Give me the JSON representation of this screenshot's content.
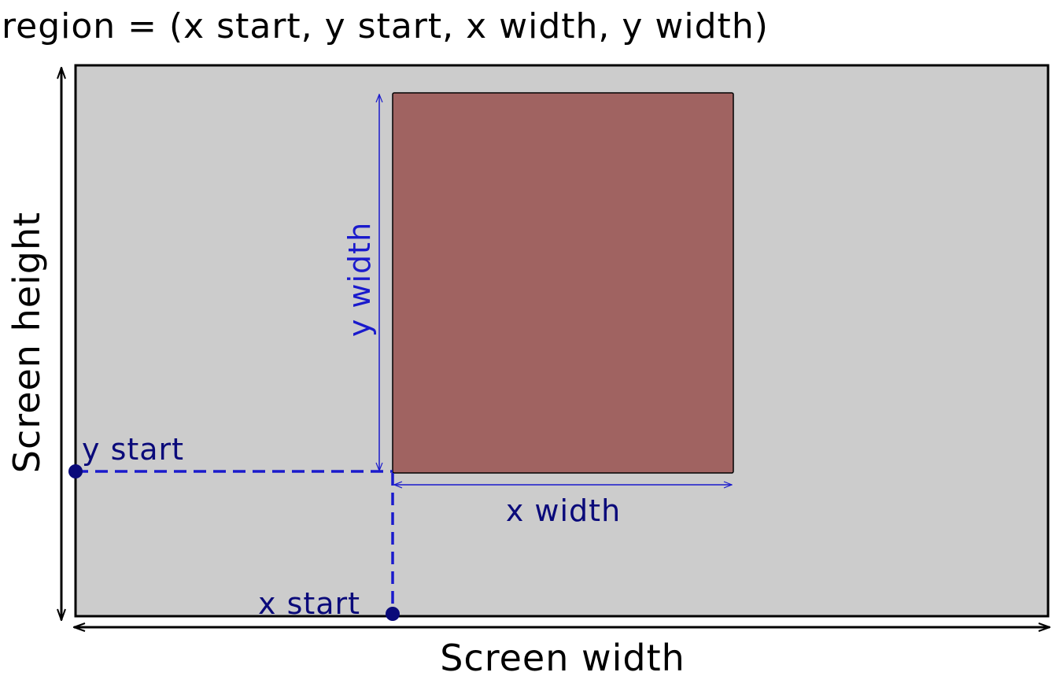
{
  "title": "region = (x start, y start, x width, y width)",
  "labels": {
    "screen_height": "Screen height",
    "screen_width": "Screen width",
    "y_width": "y width",
    "x_width": "x width",
    "y_start": "y start",
    "x_start": "x start"
  },
  "colors": {
    "screen_fill": "#cccccc",
    "region_fill": "#a06361",
    "annotation_blue": "#1a1acc",
    "marker_navy": "#0a0a7a",
    "outline": "#000000"
  }
}
